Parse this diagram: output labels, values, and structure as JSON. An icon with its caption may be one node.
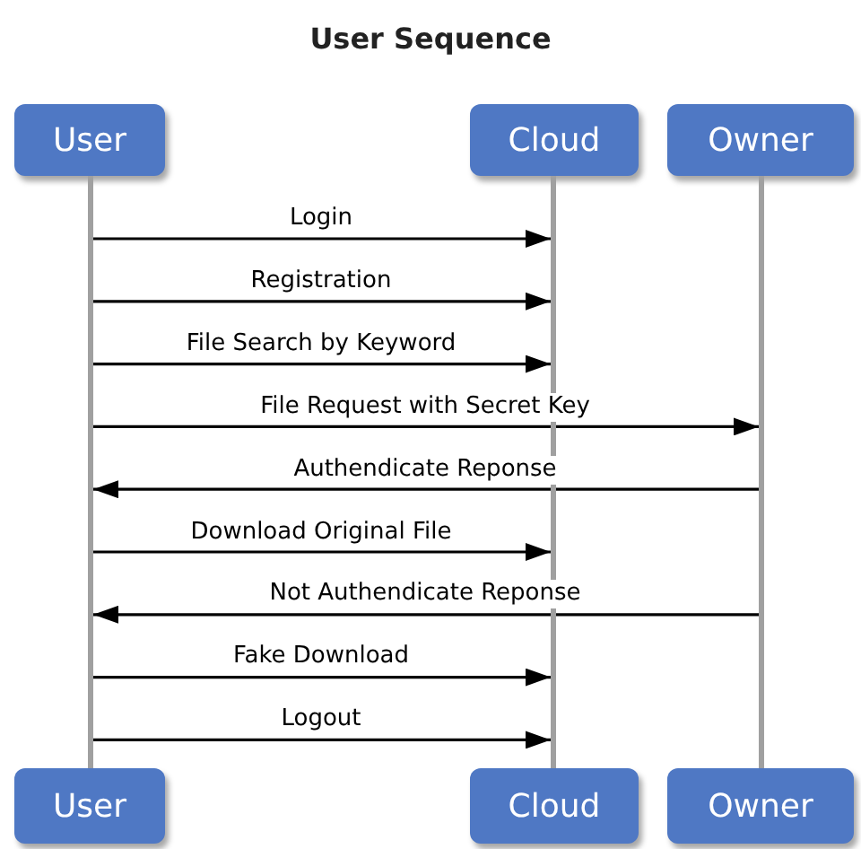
{
  "diagram": {
    "title": "User Sequence",
    "nodes": [
      {
        "text": [
          "User"
        ]
      },
      {
        "text": [
          "Cloud"
        ]
      },
      {
        "text": [
          "Owner"
        ]
      },
      {
        "text": [],
        "shape": "bar"
      },
      {
        "text": [],
        "shape": "bar"
      },
      {
        "text": [],
        "shape": "bar"
      },
      {
        "text": [
          "User"
        ]
      },
      {
        "text": [
          "Cloud"
        ]
      },
      {
        "text": [
          "Owner"
        ]
      }
    ],
    "edges": [
      {
        "from": 3,
        "to": 4,
        "arrow": "to",
        "label": "Login"
      },
      {
        "from": 3,
        "to": 4,
        "arrow": "to",
        "label": "Registration"
      },
      {
        "from": 3,
        "to": 4,
        "arrow": "to",
        "label": "File Search by Keyword"
      },
      {
        "from": 3,
        "to": 5,
        "arrow": "to",
        "label": "File Request with Secret Key"
      },
      {
        "from": 5,
        "to": 3,
        "arrow": "to",
        "label": "Authendicate Reponse"
      },
      {
        "from": 3,
        "to": 4,
        "arrow": "to",
        "label": "Download Original File"
      },
      {
        "from": 5,
        "to": 3,
        "arrow": "to",
        "label": "Not Authendicate Reponse"
      },
      {
        "from": 3,
        "to": 4,
        "arrow": "to",
        "label": "Fake Download"
      },
      {
        "from": 3,
        "to": 4,
        "arrow": "to",
        "label": "Logout"
      }
    ]
  }
}
